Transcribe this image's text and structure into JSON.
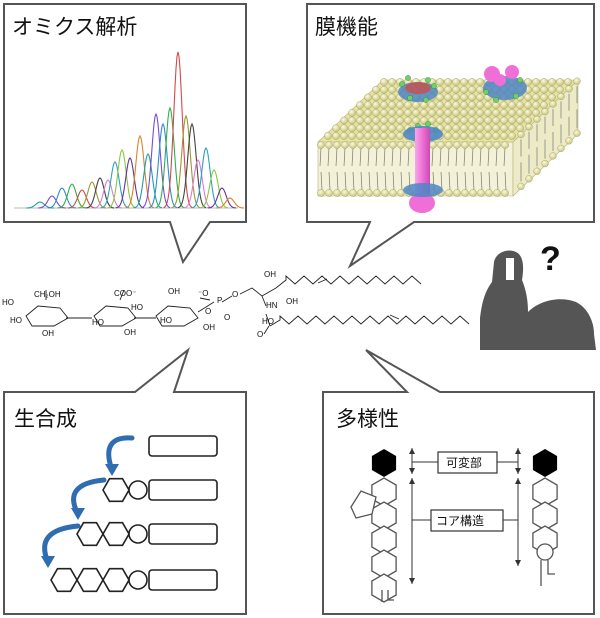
{
  "panels": {
    "omics": {
      "title": "オミクス解析"
    },
    "membrane": {
      "title": "膜機能"
    },
    "biosynthesis": {
      "title": "生合成"
    },
    "diversity": {
      "title": "多様性",
      "variable_label": "可変部",
      "core_label": "コア構造"
    }
  },
  "molecule": {
    "labels": {
      "ch2oh": "CH₂OH",
      "coo": "COO⁻",
      "o_minus": "⁻O",
      "p": "P",
      "o": "O",
      "oh": "OH",
      "ho": "HO",
      "hn": "HN"
    }
  },
  "sphinx": {
    "question_mark": "?"
  },
  "colors": {
    "panel_border": "#4a4a4a",
    "lipid_head": "#e7e4a2",
    "lipid_tail": "#888888",
    "protein_pink": "#ef6fd6",
    "protein_blue": "#4e86c6",
    "ligand_green": "#6fcf6a",
    "sphinx_gray": "#555555",
    "arrow_blue": "#2f6cb0"
  }
}
